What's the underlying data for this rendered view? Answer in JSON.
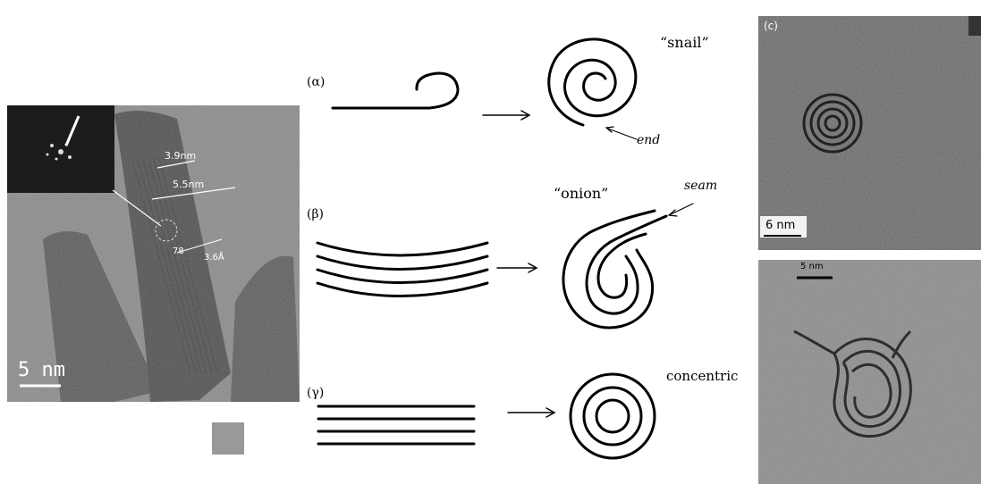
{
  "left_panel": {
    "scale_bar": "5 nm",
    "annotations": {
      "width_inner": "3.9nm",
      "width_outer": "5.5nm",
      "angle": "78",
      "spacing": "3.6Å"
    }
  },
  "schematics": {
    "alpha": {
      "label": "(α)",
      "name": "“snail”",
      "note": "end"
    },
    "beta": {
      "label": "(β)",
      "name": "“onion”",
      "note": "seam"
    },
    "gamma": {
      "label": "(γ)",
      "name": "concentric"
    }
  },
  "right_top": {
    "label": "(c)",
    "scale_bar": "6 nm"
  },
  "right_bottom": {
    "scale_bar": "5 nm"
  },
  "colors": {
    "tem_gray": "#6b6b6b",
    "grey_square": "#999999"
  }
}
